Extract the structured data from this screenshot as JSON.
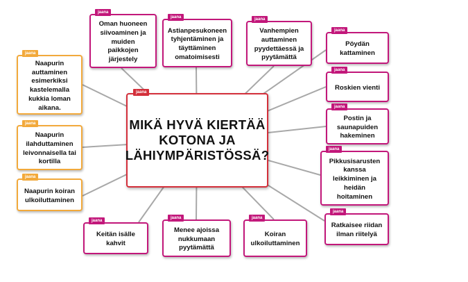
{
  "colors": {
    "magenta": "#c2177a",
    "orange": "#f2a93b",
    "central": "#d32f3a",
    "connector": "#a8a8a8"
  },
  "central": {
    "tag": "jaana",
    "title": "MIKÄ HYVÄ KIERTÄÄ KOTONA JA LÄHIYMPÄRISTÖSSÄ?"
  },
  "nodes": [
    {
      "tag": "jaana",
      "text": "Oman huoneen siivoaminen ja muiden paikkojen järjestely"
    },
    {
      "tag": "jaana",
      "text": "Astianpesukoneen tyhjentäminen ja täyttäminen omatoimisesti"
    },
    {
      "tag": "jaana",
      "text": "Vanhempien auttaminen pyydettäessä ja pyytämättä"
    },
    {
      "tag": "jaana",
      "text": "Pöydän kattaminen"
    },
    {
      "tag": "jaana",
      "text": "Roskien vienti"
    },
    {
      "tag": "jaana",
      "text": "Postin ja saunapuiden hakeminen"
    },
    {
      "tag": "jaana",
      "text": "Pikkusisarusten kanssa leikkiminen ja heidän hoitaminen"
    },
    {
      "tag": "jaana",
      "text": "Ratkaisee riidan ilman riitelyä"
    },
    {
      "tag": "jaana",
      "text": "Koiran ulkoiluttaminen"
    },
    {
      "tag": "jaana",
      "text": "Menee ajoissa nukkumaan pyytämättä"
    },
    {
      "tag": "jaana",
      "text": "Keitän isälle kahvit"
    },
    {
      "tag": "jaana",
      "text": "Naapurin koiran ulkoiluttaminen"
    },
    {
      "tag": "jaana",
      "text": "Naapurin ilahduttaminen leivonnaisella tai kortilla"
    },
    {
      "tag": "jaana",
      "text": "Naapurin auttaminen esimerkiksi kastelemalla kukkia loman aikana."
    }
  ]
}
